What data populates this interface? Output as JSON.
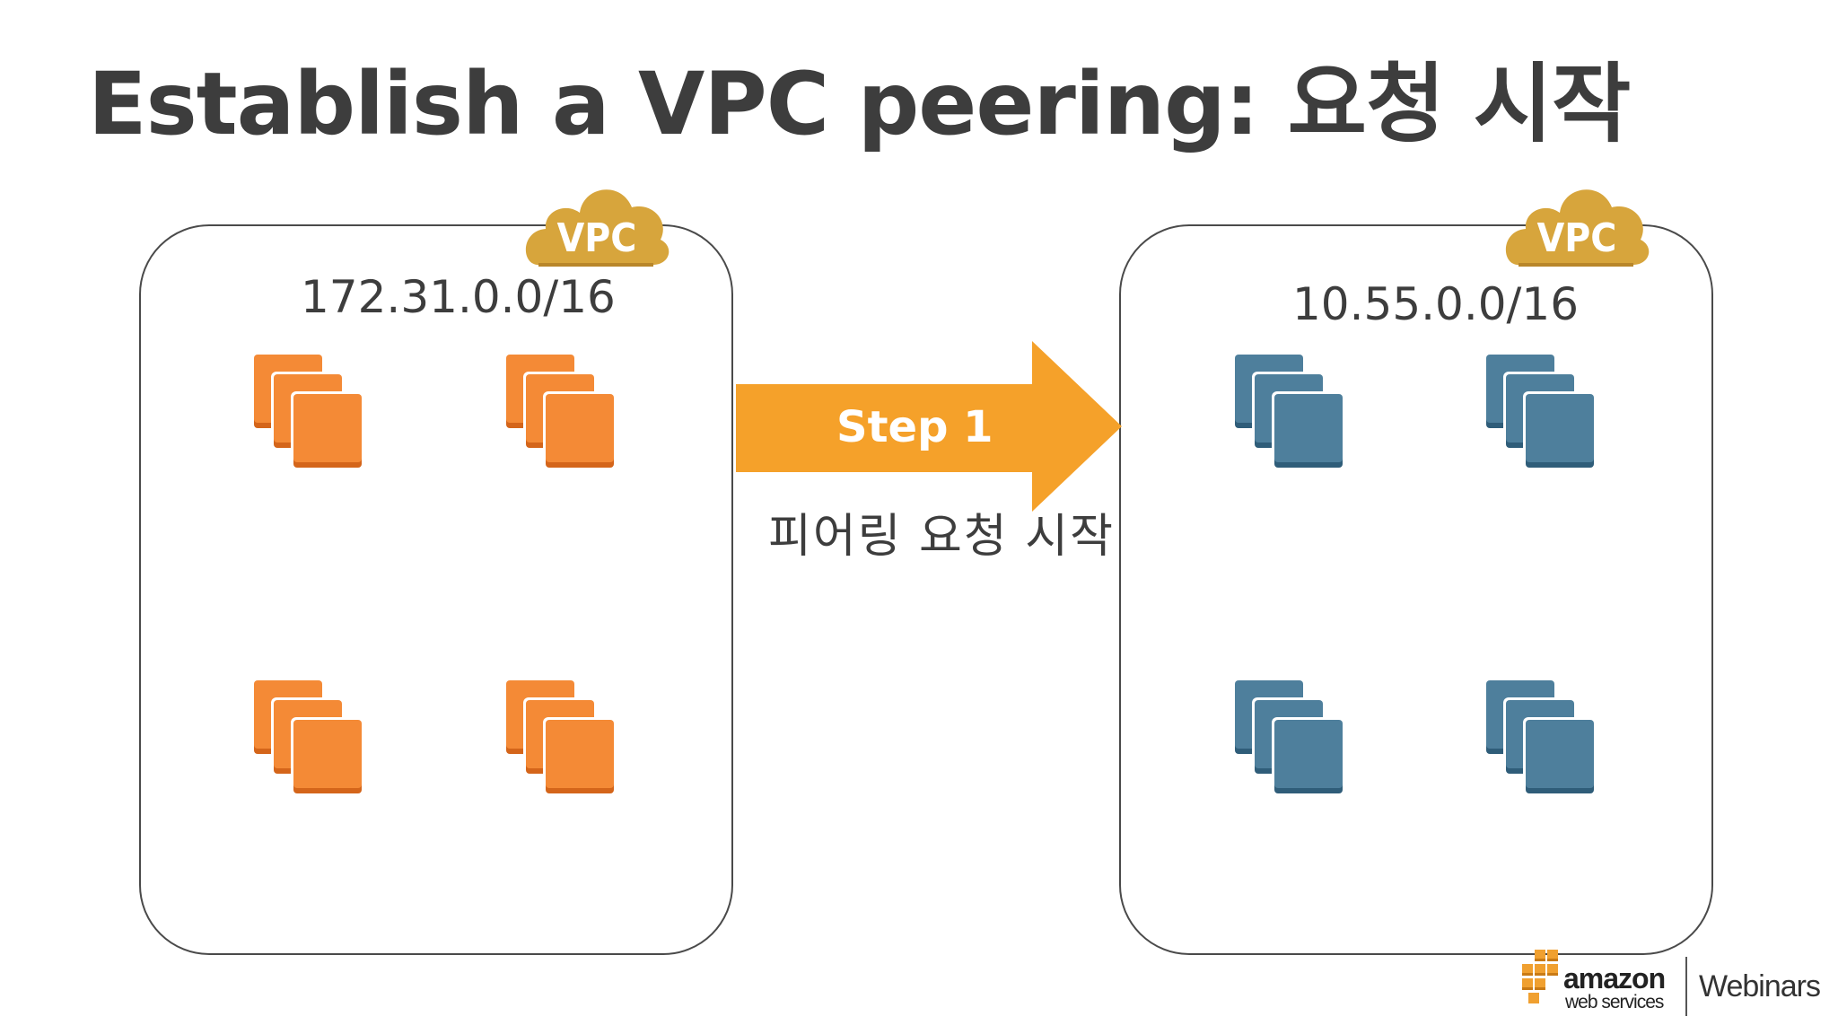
{
  "title": "Establish a VPC peering: 요청 시작",
  "vpcs": [
    {
      "badge": "VPC",
      "cidr": "172.31.0.0/16",
      "instance_color": "orange",
      "instance_colors": [
        "#f48a36",
        "#d4651a",
        "#ffffff"
      ]
    },
    {
      "badge": "VPC",
      "cidr": "10.55.0.0/16",
      "instance_color": "blue",
      "instance_colors": [
        "#4e7f9c",
        "#2f5d79",
        "#ffffff"
      ]
    }
  ],
  "arrow": {
    "label": "Step 1",
    "caption": "피어링 요청 시작",
    "color": "#f5a12a"
  },
  "cloud_color": "#d7a53c",
  "footer": {
    "brand_top": "amazon",
    "brand_bottom": "web services",
    "product": "Webinars",
    "icon": "aws-cubes-logo"
  }
}
